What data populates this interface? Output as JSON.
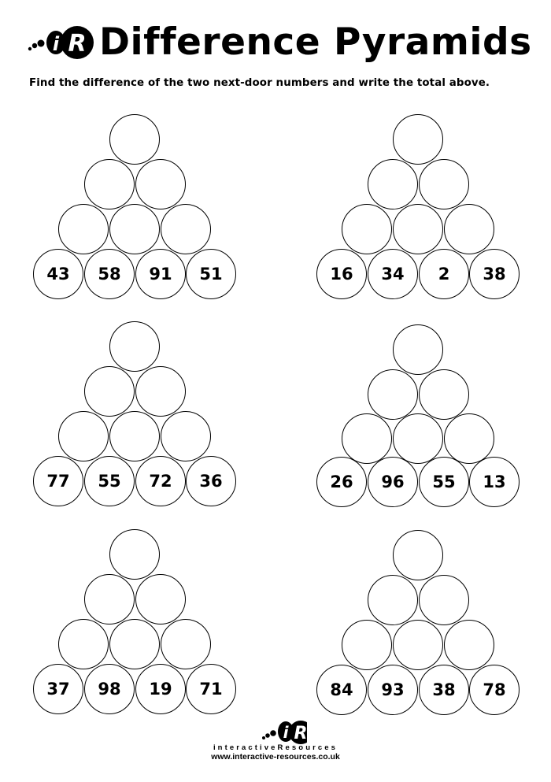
{
  "header": {
    "logo": "interactive-resources-logo",
    "title": "Difference Pyramids",
    "instructions": "Find the difference of the two next-door numbers and write the total above."
  },
  "pyramids": [
    {
      "position": "top-left",
      "base": [
        "43",
        "58",
        "91",
        "51"
      ]
    },
    {
      "position": "top-right",
      "base": [
        "16",
        "34",
        "2",
        "38"
      ]
    },
    {
      "position": "middle-left",
      "base": [
        "77",
        "55",
        "72",
        "36"
      ]
    },
    {
      "position": "middle-right",
      "base": [
        "26",
        "96",
        "55",
        "13"
      ]
    },
    {
      "position": "bottom-left",
      "base": [
        "37",
        "98",
        "19",
        "71"
      ]
    },
    {
      "position": "bottom-right",
      "base": [
        "84",
        "93",
        "38",
        "78"
      ]
    }
  ],
  "footer": {
    "brand": "interactiveResources",
    "url": "www.interactive-resources.co.uk"
  },
  "colors": {
    "ink": "#000000",
    "paper": "#ffffff"
  }
}
